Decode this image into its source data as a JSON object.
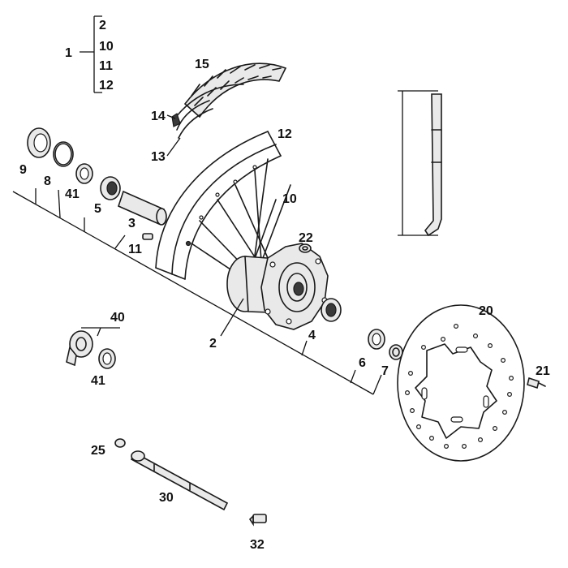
{
  "callouts": {
    "c1": "1",
    "c2": "2",
    "c3": "3",
    "c4": "4",
    "c5": "5",
    "c6": "6",
    "c7": "7",
    "c8": "8",
    "c9": "9",
    "c10": "10",
    "c11": "11",
    "c12": "12",
    "c13": "13",
    "c14": "14",
    "c15": "15",
    "c20": "20",
    "c21": "21",
    "c22": "22",
    "c25": "25",
    "c30": "30",
    "c32": "32",
    "c40": "40",
    "c41": "41"
  },
  "kit_list": [
    "2",
    "10",
    "11",
    "12"
  ]
}
